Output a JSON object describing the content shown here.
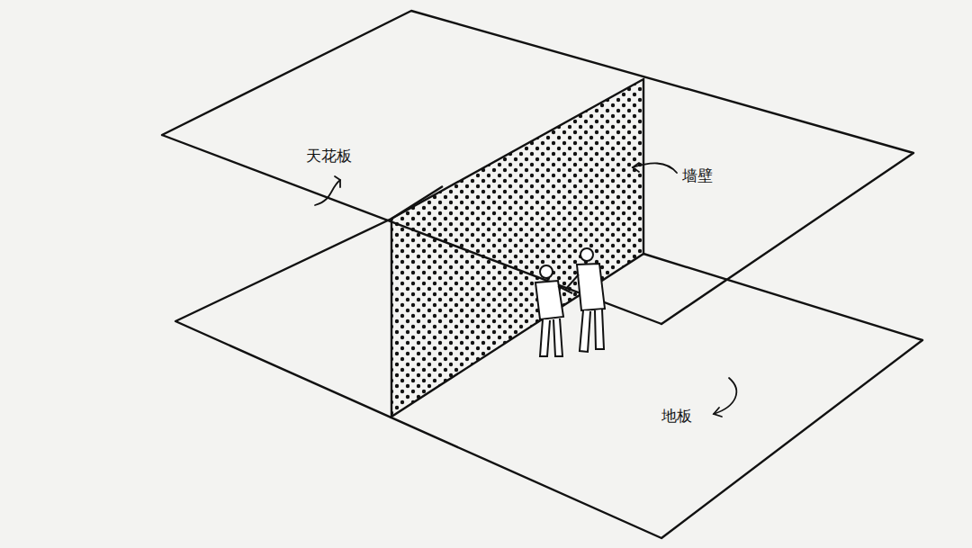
{
  "diagram": {
    "labels": [
      "天花板",
      "墙壁",
      "地板"
    ]
  }
}
